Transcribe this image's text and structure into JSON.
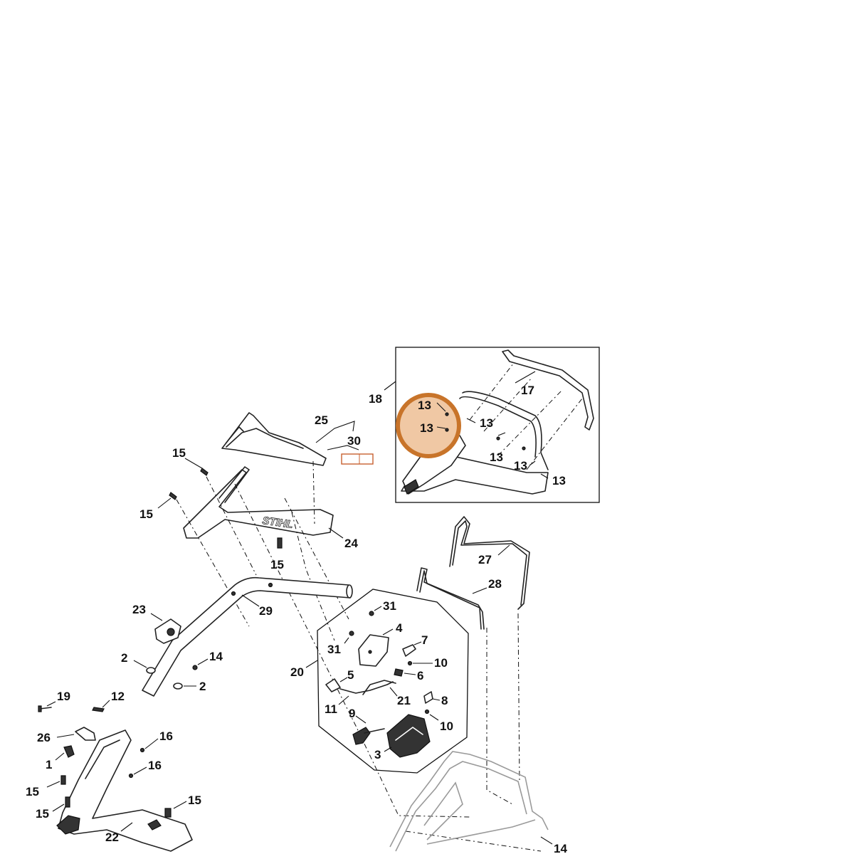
{
  "callouts": {
    "c17": "17",
    "c18": "18",
    "c13a": "13",
    "c13b": "13",
    "c13c": "13",
    "c13d": "13",
    "c13e": "13",
    "c13f": "13",
    "c25": "25",
    "c30": "30",
    "c15a": "15",
    "c15b": "15",
    "c15c": "15",
    "c24": "24",
    "c27": "27",
    "c28": "28",
    "c29": "29",
    "c23": "23",
    "c31a": "31",
    "c4": "4",
    "c31b": "31",
    "c7": "7",
    "c20": "20",
    "c10a": "10",
    "c5": "5",
    "c6": "6",
    "c2a": "2",
    "c14a": "14",
    "c2b": "2",
    "c21": "21",
    "c11": "11",
    "c8": "8",
    "c19": "19",
    "c12": "12",
    "c9": "9",
    "c10b": "10",
    "c26": "26",
    "c16a": "16",
    "c3": "3",
    "c1": "1",
    "c16b": "16",
    "c15d": "15",
    "c15e": "15",
    "c15f": "15",
    "c22": "22",
    "c14b": "14"
  },
  "brand_mark": "STIHL",
  "highlight": {
    "color": "#c8742a",
    "fill": "#f0c8a4",
    "target": "13"
  },
  "colors": {
    "line": "#222222",
    "ghost": "#9a9a9a",
    "background": "#ffffff"
  }
}
